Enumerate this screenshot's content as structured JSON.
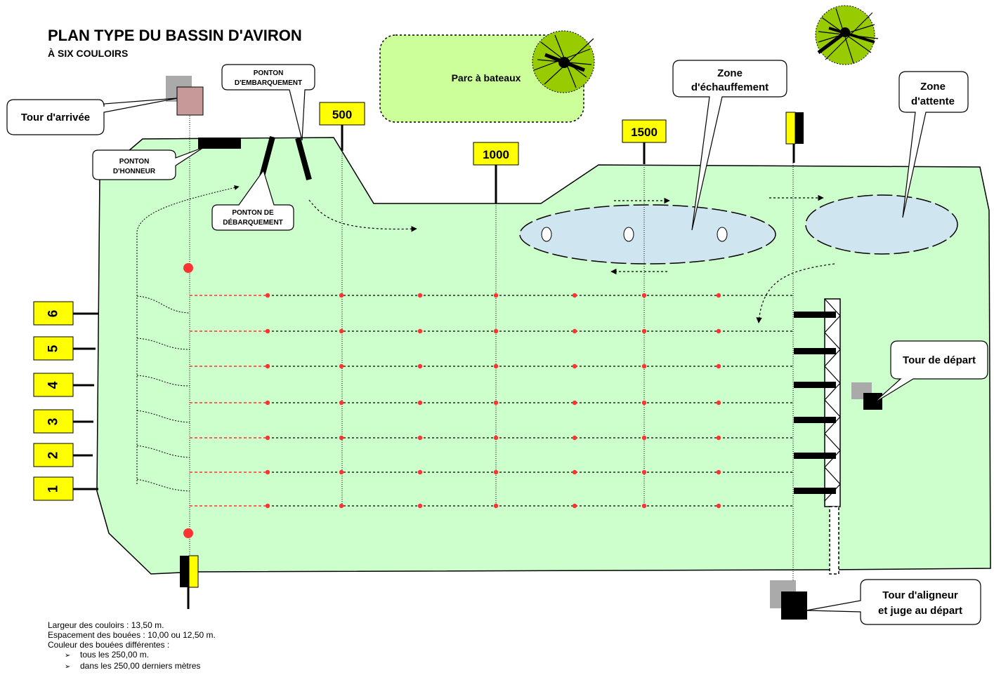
{
  "title": "PLAN TYPE DU BASSIN D'AVIRON",
  "subtitle": "À SIX COULOIRS",
  "labels": {
    "parc_bateaux": "Parc à bateaux",
    "tour_arrivee": "Tour d'arrivée",
    "ponton_honneur_1": "PONTON",
    "ponton_honneur_2": "D'HONNEUR",
    "ponton_embarquement_1": "PONTON",
    "ponton_embarquement_2": "D'EMBARQUEMENT",
    "ponton_debarquement_1": "PONTON DE",
    "ponton_debarquement_2": "DÉBARQUEMENT",
    "zone_echauffement_1": "Zone",
    "zone_echauffement_2": "d'échauffement",
    "zone_attente_1": "Zone",
    "zone_attente_2": "d'attente",
    "tour_depart": "Tour de départ",
    "tour_aligneur_1": "Tour d'aligneur",
    "tour_aligneur_2": "et juge au départ"
  },
  "distance_markers": [
    "500",
    "1000",
    "1500"
  ],
  "lanes": [
    "6",
    "5",
    "4",
    "3",
    "2",
    "1"
  ],
  "notes": {
    "line1": "Largeur des couloirs : 13,50 m.",
    "line2": "Espacement des bouées : 10,00 ou 12,50 m.",
    "line3": "Couleur des bouées différentes :",
    "bullet1": "tous les 250,00 m.",
    "bullet2": "dans les 250,00 derniers mètres"
  },
  "colors": {
    "water": "#ccffcc",
    "zone": "#cfe6f0",
    "parc": "#ccff99",
    "marker": "#ffff00",
    "tower_finish": "#c89999",
    "buoy": "#ff3333",
    "tree": "#99cc00"
  }
}
